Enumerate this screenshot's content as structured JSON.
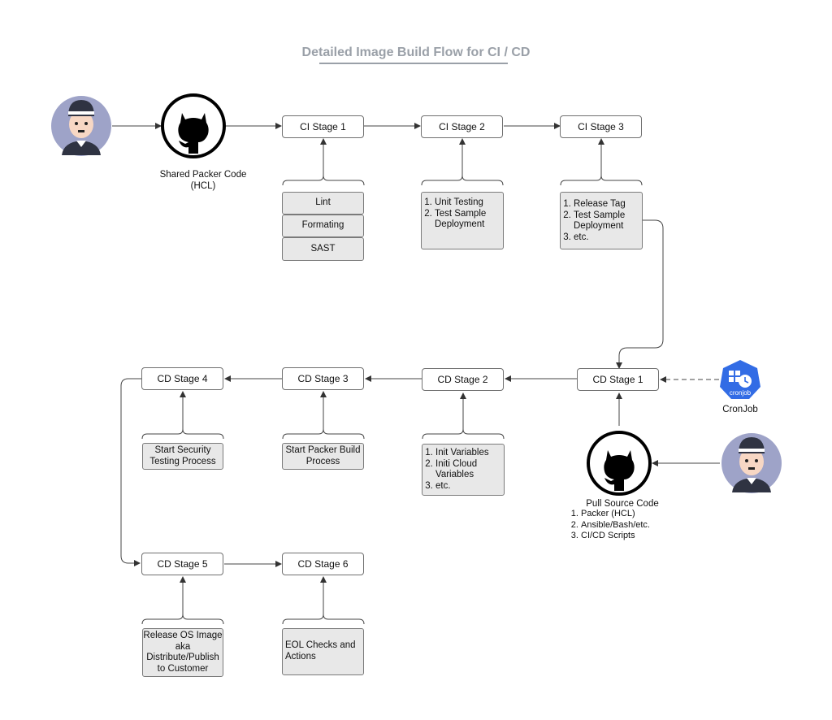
{
  "title": "Detailed Image Build Flow for CI / CD",
  "ci": {
    "stage1": "CI Stage 1",
    "stage2": "CI Stage 2",
    "stage3": "CI Stage 3",
    "stage1_items": [
      "Lint",
      "Formating",
      "SAST"
    ],
    "stage2_items": [
      "Unit Testing",
      "Test Sample Deployment"
    ],
    "stage3_items": [
      "Release Tag",
      "Test Sample Deployment",
      "etc."
    ]
  },
  "cd": {
    "stage1": "CD Stage 1",
    "stage2": "CD Stage 2",
    "stage3": "CD Stage 3",
    "stage4": "CD Stage 4",
    "stage5": "CD Stage 5",
    "stage6": "CD Stage 6",
    "stage2_items": [
      "Init Variables",
      "Initi Cloud Variables",
      "etc."
    ],
    "stage3_note": "Start Packer Build Process",
    "stage4_note": "Start Security Testing Process",
    "stage5_note": "Release OS Image aka Distribute/Publish to Customer",
    "stage6_note": "EOL Checks and Actions"
  },
  "shared_code": {
    "label_line1": "Shared Packer Code",
    "label_line2": "(HCL)"
  },
  "pull_source": {
    "label": "Pull Source Code",
    "items": [
      "Packer (HCL)",
      "Ansible/Bash/etc.",
      "CI/CD Scripts"
    ]
  },
  "cronjob": {
    "label": "CronJob",
    "icon_text": "cronjob"
  },
  "colors": {
    "title": "#9aa0a8",
    "note_fill": "#e8e8e8",
    "k8s_blue": "#326ce5",
    "avatar_bg": "#9ea3c8"
  },
  "icons": [
    "developer-avatar-icon",
    "github-octocat-icon",
    "kubernetes-cronjob-icon"
  ]
}
